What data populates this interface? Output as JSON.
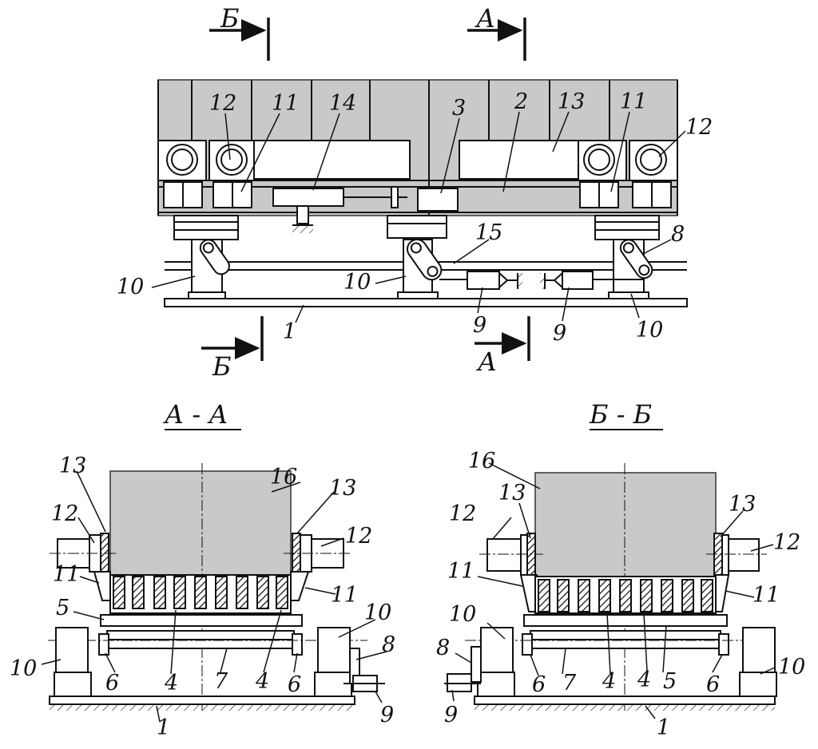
{
  "section_marks": {
    "b_top": "Б",
    "a_top": "А",
    "b_bottom": "Б",
    "a_bottom": "А"
  },
  "view_titles": {
    "section_a": "А - А",
    "section_b": "Б - Б"
  },
  "top_view_labels": {
    "l12a": "12",
    "l11a": "11",
    "l14": "14",
    "l3": "3",
    "l2": "2",
    "l13": "13",
    "l11b": "11",
    "l12b": "12",
    "l15": "15",
    "l8": "8",
    "l10a": "10",
    "l10b": "10",
    "l10c": "10",
    "l1": "1",
    "l9a": "9",
    "l9b": "9"
  },
  "section_a_labels": {
    "l13a": "13",
    "l16": "16",
    "l13b": "13",
    "l12a": "12",
    "l12b": "12",
    "l11a": "11",
    "l11b": "11",
    "l5": "5",
    "l10a": "10",
    "l10b": "10",
    "l8": "8",
    "l6a": "6",
    "l4a": "4",
    "l7": "7",
    "l4b": "4",
    "l6b": "6",
    "l9": "9",
    "l1": "1"
  },
  "section_b_labels": {
    "l16": "16",
    "l12a": "12",
    "l13a": "13",
    "l13b": "13",
    "l12b": "12",
    "l11a": "11",
    "l11b": "11",
    "l10a": "10",
    "l8": "8",
    "l6a": "6",
    "l7": "7",
    "l4a": "4",
    "l4b": "4",
    "l5": "5",
    "l6b": "6",
    "l10b": "10",
    "l9": "9",
    "l1": "1"
  }
}
